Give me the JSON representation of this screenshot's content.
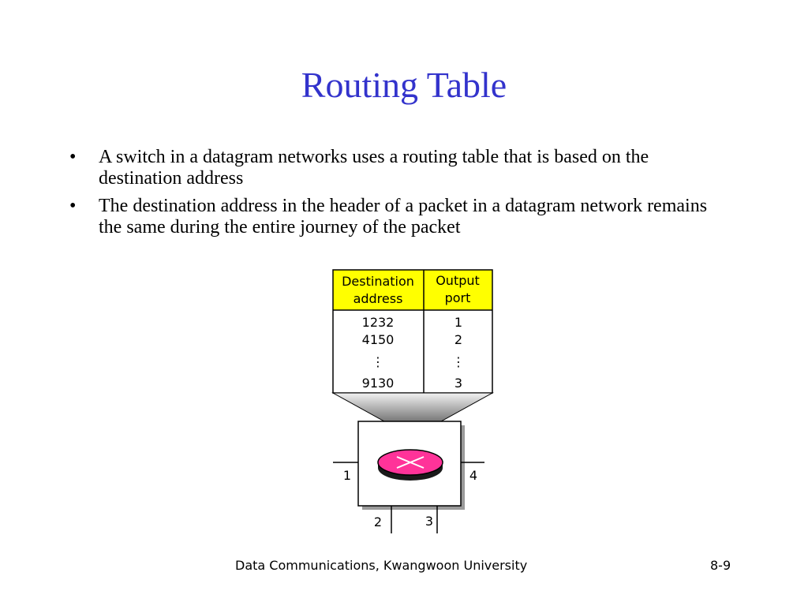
{
  "slide": {
    "title": "Routing Table",
    "bullets": [
      {
        "marker": "•",
        "text": "A switch in a datagram networks uses a routing table that is based on the destination address"
      },
      {
        "marker": "•",
        "text": "The destination address in the header of a packet in a datagram network remains the same during the entire journey of the packet"
      }
    ]
  },
  "routing_table": {
    "header_fill": "#ffff00",
    "columns": [
      {
        "line1": "Destination",
        "line2": "address"
      },
      {
        "line1": "Output",
        "line2": "port"
      }
    ],
    "rows": [
      {
        "address": "1232",
        "port": "1"
      },
      {
        "address": "4150",
        "port": "2"
      },
      {
        "address": "⋮",
        "port": "⋮"
      },
      {
        "address": "9130",
        "port": "3"
      }
    ]
  },
  "switch": {
    "disk_color": "#ff3399",
    "ports": {
      "left": "1",
      "right": "4",
      "bottom_left": "2",
      "bottom_right": "3"
    }
  },
  "footer": {
    "center": "Data Communications, Kwangwoon University",
    "page": "8-9"
  }
}
